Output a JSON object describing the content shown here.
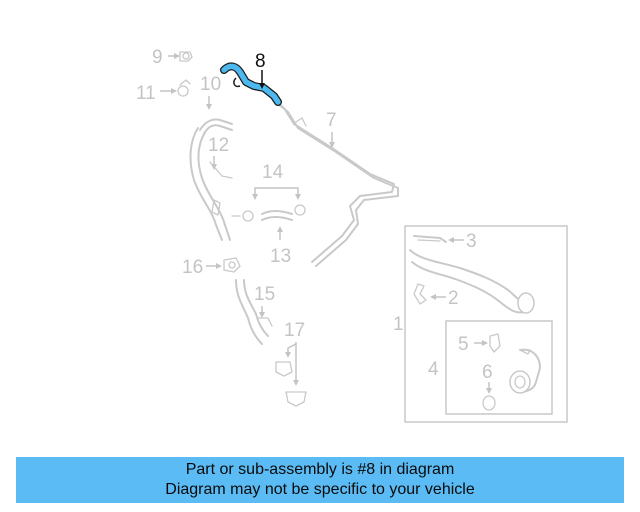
{
  "diagram": {
    "highlight_color": "#4db8f0",
    "callouts": [
      "1",
      "2",
      "3",
      "4",
      "5",
      "6",
      "7",
      "8",
      "9",
      "10",
      "11",
      "12",
      "13",
      "14",
      "15",
      "16",
      "17"
    ],
    "highlighted_callout": "8"
  },
  "banner": {
    "line1": "Part or sub-assembly is #8 in diagram",
    "line2": "Diagram may not be specific to your vehicle",
    "background": "#5bbcf5"
  }
}
